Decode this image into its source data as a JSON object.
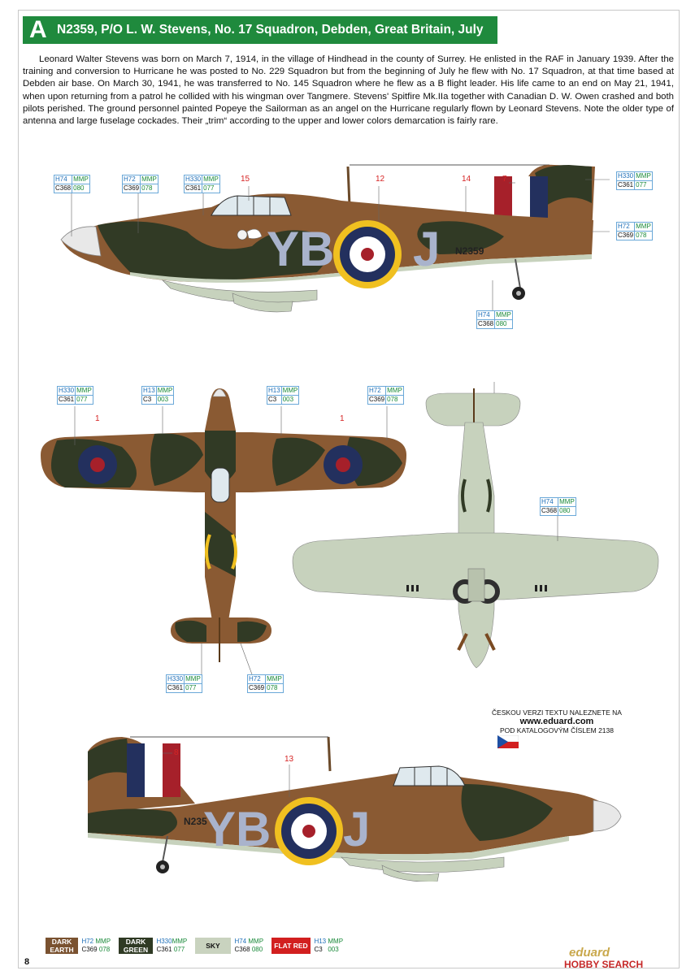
{
  "header": {
    "letter": "A",
    "title": "N2359, P/O L. W. Stevens, No. 17 Squadron, Debden, Great Britain, July 1940"
  },
  "bio": "Leonard Walter Stevens was born on March 7, 1914, in the village of Hindhead in the county of Surrey. He enlisted in the RAF in January 1939. After the training and conversion to Hurricane he was posted to No. 229 Squadron but from the beginning of July he flew with No. 17 Squadron, at that time based at Debden air base. On March 30, 1941, he was transferred to No. 145 Squadron where he flew as a B flight leader. His life came to an end on May 21, 1941, when upon returning from a patrol he collided with his wingman over Tangmere. Stevens' Spitfire Mk.IIa together with Canadian D. W. Owen crashed and both pilots perished. The ground personnel painted Popeye the Sailorman as an angel on the Hurricane regularly flown by Leonard Stevens. Note the older type of antenna and large fuselage cockades. Their „trim“ according to the upper and lower colors demarcation is fairly rare.",
  "aircraft": {
    "code_left": "YB",
    "code_right": "J",
    "serial": "N2359",
    "serial_partial": "N235"
  },
  "numbers": {
    "n15": "15",
    "n12": "12",
    "n14": "14",
    "n7": "7",
    "n1a": "1",
    "n1b": "1",
    "n8": "8",
    "n13": "13"
  },
  "callouts": {
    "h74": {
      "h": "H74",
      "m": "MMP",
      "c": "C368",
      "n": "080"
    },
    "h72": {
      "h": "H72",
      "m": "MMP",
      "c": "C369",
      "n": "078"
    },
    "h330": {
      "h": "H330",
      "m": "MMP",
      "c": "C361",
      "n": "077"
    },
    "h13": {
      "h": "H13",
      "m": "MMP",
      "c": "C3",
      "n": "003"
    }
  },
  "czech": {
    "line1": "ČESKOU VERZI TEXTU NALEZNETE NA",
    "url": "www.eduard.com",
    "line3": "POD KATALOGOVÝM ČÍSLEM 2138"
  },
  "legend": [
    {
      "name1": "DARK",
      "name2": "EARTH",
      "h": "H72",
      "m": "MMP",
      "c": "C369",
      "n": "078",
      "color": "#7a5230"
    },
    {
      "name1": "DARK",
      "name2": "GREEN",
      "h": "H330",
      "m": "MMP",
      "c": "C361",
      "n": "077",
      "color": "#2f3a24"
    },
    {
      "name1": "SKY",
      "name2": "",
      "h": "H74",
      "m": "MMP",
      "c": "C368",
      "n": "080",
      "color": "#c9d3bf"
    },
    {
      "name1": "FLAT RED",
      "name2": "",
      "h": "H13",
      "m": "MMP",
      "c": "C3",
      "n": "003",
      "color": "#d21f1f"
    }
  ],
  "page_number": "8",
  "brand": "eduard",
  "watermark": "HOBBY SEARCH",
  "colors": {
    "header_green": "#1f8a3d",
    "dark_earth": "#8a5a33",
    "dark_green": "#313a25",
    "sky": "#c7d2bd",
    "roundel_blue": "#23305e",
    "roundel_yellow": "#f0c020",
    "roundel_red": "#a6202a",
    "code_letters": "#a9b3cc"
  }
}
